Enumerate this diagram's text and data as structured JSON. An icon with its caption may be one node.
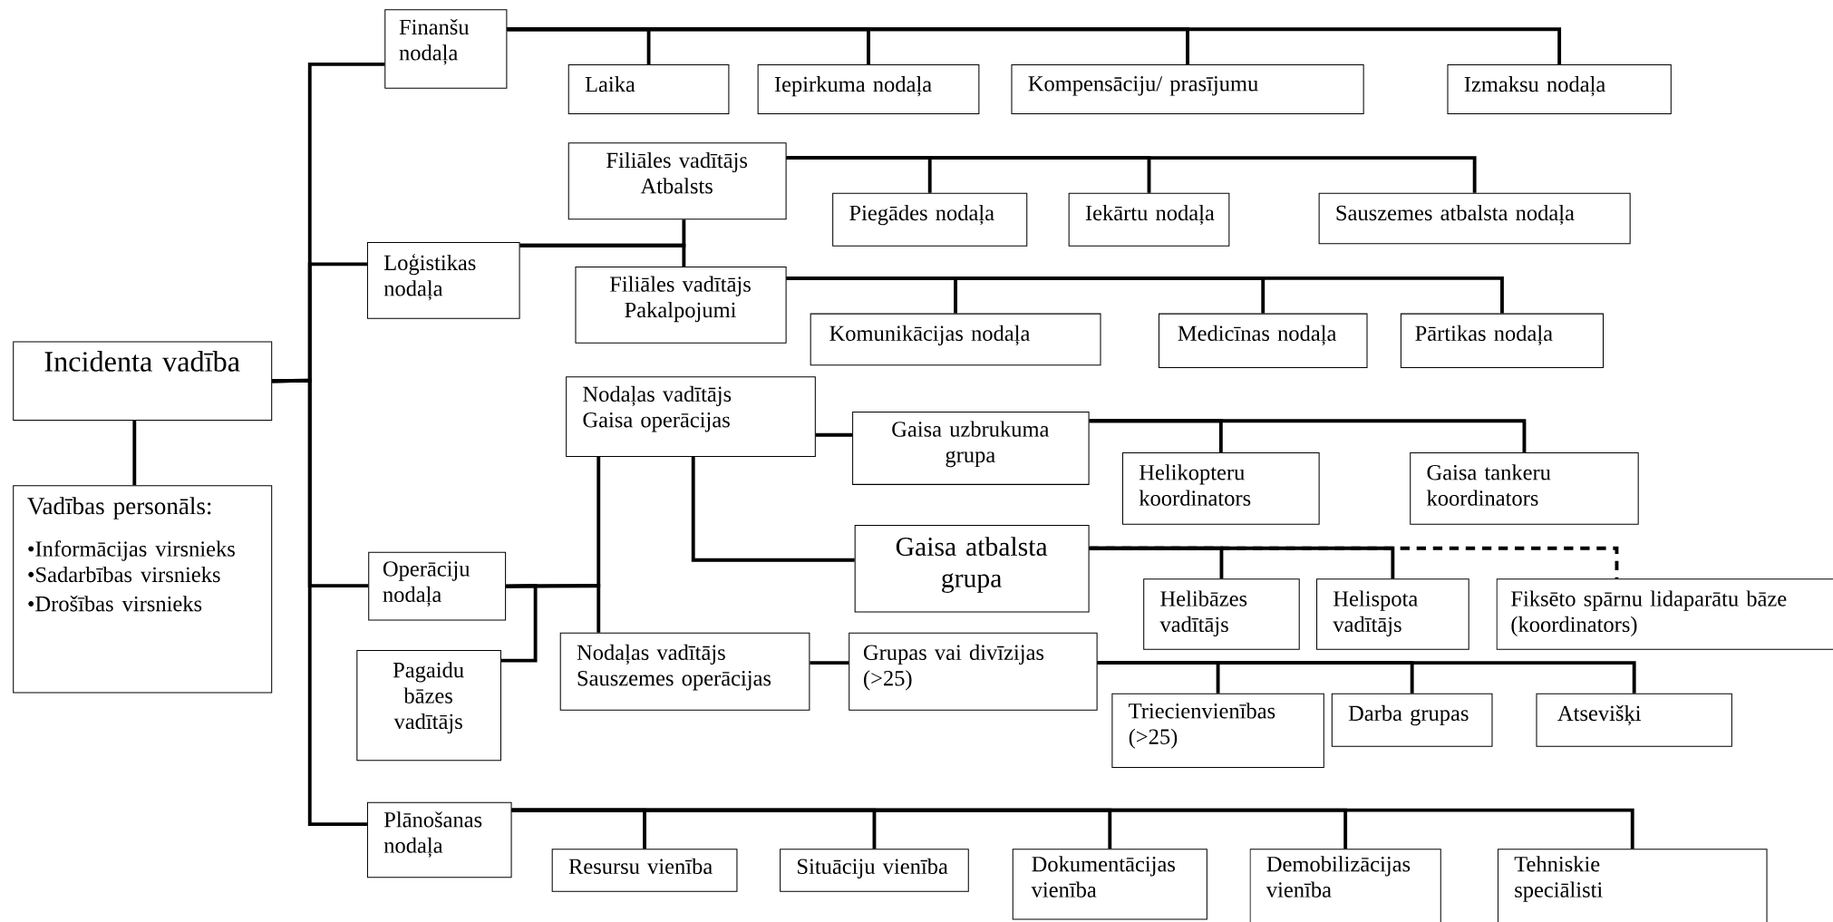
{
  "diagram": {
    "nodes": [
      {
        "text": [
          "Incidenta vadība"
        ]
      },
      {
        "text": [
          "Vadības personāls:",
          "•Informācijas virsnieks",
          "•Sadarbības virsnieks",
          "•Drošības virsnieks"
        ]
      },
      {
        "text": [
          "Finanšu nodaļa"
        ]
      },
      {
        "text": [
          "Laika"
        ]
      },
      {
        "text": [
          "Iepirkuma nodaļa"
        ]
      },
      {
        "text": [
          "Kompensāciju/ prasījumu"
        ]
      },
      {
        "text": [
          "Izmaksu nodaļa"
        ]
      },
      {
        "text": [
          "Loģistikas nodaļa"
        ]
      },
      {
        "text": [
          "Filiāles vadītājs Atbalsts"
        ]
      },
      {
        "text": [
          "Piegādes nodaļa"
        ]
      },
      {
        "text": [
          "Iekārtu nodaļa"
        ]
      },
      {
        "text": [
          "Sauszemes atbalsta nodaļa"
        ]
      },
      {
        "text": [
          "Filiāles vadītājs Pakalpojumi"
        ]
      },
      {
        "text": [
          "Komunikācijas nodaļa"
        ]
      },
      {
        "text": [
          "Medicīnas nodaļa"
        ]
      },
      {
        "text": [
          "Pārtikas nodaļa"
        ]
      },
      {
        "text": [
          "Operāciju nodaļa"
        ]
      },
      {
        "text": [
          "Pagaidu bāzes vadītājs"
        ]
      },
      {
        "text": [
          "Nodaļas vadītājs Gaisa operācijas"
        ]
      },
      {
        "text": [
          "Gaisa uzbrukuma grupa"
        ]
      },
      {
        "text": [
          "Helikopteru koordinators"
        ]
      },
      {
        "text": [
          "Gaisa tankeru koordinators"
        ]
      },
      {
        "text": [
          "Gaisa atbalsta grupa"
        ]
      },
      {
        "text": [
          "Helibāzes vadītājs"
        ]
      },
      {
        "text": [
          "Helispota vadītājs"
        ]
      },
      {
        "text": [
          "Fiksēto spārnu lidaparātu bāze (koordinators)"
        ]
      },
      {
        "text": [
          "Nodaļas vadītājs Sauszemes operācijas"
        ]
      },
      {
        "text": [
          "Grupas vai divīzijas (>25)"
        ]
      },
      {
        "text": [
          "Triecienvienības (>25)"
        ]
      },
      {
        "text": [
          "Darba grupas"
        ]
      },
      {
        "text": [
          "Atsevišķi"
        ]
      },
      {
        "text": [
          "Plānošanas nodaļa"
        ]
      },
      {
        "text": [
          "Resursu vienība"
        ]
      },
      {
        "text": [
          "Situāciju vienība"
        ]
      },
      {
        "text": [
          "Dokumentācijas vienība"
        ]
      },
      {
        "text": [
          "Demobilizācijas vienība"
        ]
      },
      {
        "text": [
          "Tehniskie speciālisti"
        ]
      }
    ],
    "edges": [
      {
        "from": 0,
        "to": 1,
        "arrow": "none"
      },
      {
        "from": 0,
        "to": 2,
        "arrow": "none"
      },
      {
        "from": 0,
        "to": 7,
        "arrow": "none"
      },
      {
        "from": 0,
        "to": 16,
        "arrow": "none"
      },
      {
        "from": 0,
        "to": 31,
        "arrow": "none"
      },
      {
        "from": 2,
        "to": 3,
        "arrow": "none"
      },
      {
        "from": 2,
        "to": 4,
        "arrow": "none"
      },
      {
        "from": 2,
        "to": 5,
        "arrow": "none"
      },
      {
        "from": 2,
        "to": 6,
        "arrow": "none"
      },
      {
        "from": 7,
        "to": 8,
        "arrow": "none"
      },
      {
        "from": 7,
        "to": 12,
        "arrow": "none"
      },
      {
        "from": 8,
        "to": 9,
        "arrow": "none"
      },
      {
        "from": 8,
        "to": 10,
        "arrow": "none"
      },
      {
        "from": 8,
        "to": 11,
        "arrow": "none"
      },
      {
        "from": 12,
        "to": 13,
        "arrow": "none"
      },
      {
        "from": 12,
        "to": 14,
        "arrow": "none"
      },
      {
        "from": 12,
        "to": 15,
        "arrow": "none"
      },
      {
        "from": 16,
        "to": 17,
        "arrow": "none"
      },
      {
        "from": 16,
        "to": 18,
        "arrow": "none"
      },
      {
        "from": 16,
        "to": 26,
        "arrow": "none"
      },
      {
        "from": 18,
        "to": 19,
        "arrow": "none"
      },
      {
        "from": 18,
        "to": 22,
        "arrow": "none"
      },
      {
        "from": 19,
        "to": 20,
        "arrow": "none"
      },
      {
        "from": 19,
        "to": 21,
        "arrow": "none"
      },
      {
        "from": 22,
        "to": 23,
        "arrow": "none"
      },
      {
        "from": 22,
        "to": 24,
        "arrow": "none"
      },
      {
        "from": 22,
        "to": 25,
        "arrow": "none",
        "style": "dashed"
      },
      {
        "from": 26,
        "to": 27,
        "arrow": "none"
      },
      {
        "from": 27,
        "to": 28,
        "arrow": "none"
      },
      {
        "from": 27,
        "to": 29,
        "arrow": "none"
      },
      {
        "from": 27,
        "to": 30,
        "arrow": "none"
      },
      {
        "from": 31,
        "to": 32,
        "arrow": "none"
      },
      {
        "from": 31,
        "to": 33,
        "arrow": "none"
      },
      {
        "from": 31,
        "to": 34,
        "arrow": "none"
      },
      {
        "from": 31,
        "to": 35,
        "arrow": "none"
      },
      {
        "from": 31,
        "to": 36,
        "arrow": "none"
      }
    ]
  }
}
